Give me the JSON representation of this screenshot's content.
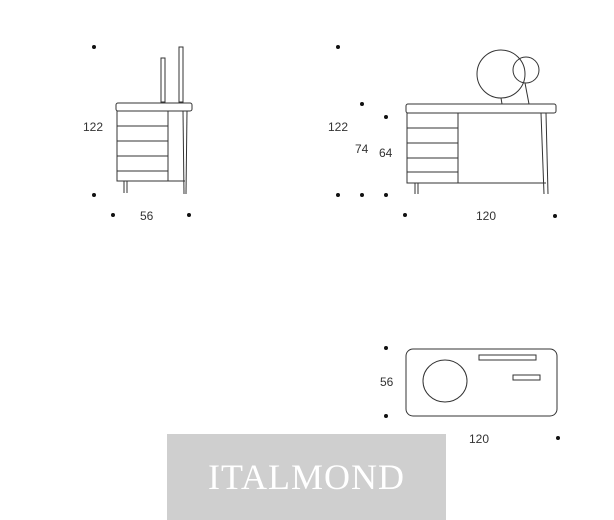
{
  "views": {
    "side": {
      "height_label": "122",
      "depth_label": "56"
    },
    "front": {
      "height_label": "122",
      "desk_height_label": "74",
      "drawer_height_label": "64",
      "width_label": "120"
    },
    "top": {
      "depth_label": "56",
      "width_label": "120"
    }
  },
  "watermark": {
    "text": "ITALMOND",
    "background": "#cfcfcf",
    "color": "#ffffff"
  },
  "colors": {
    "line": "#333333",
    "dot": "#111111"
  }
}
